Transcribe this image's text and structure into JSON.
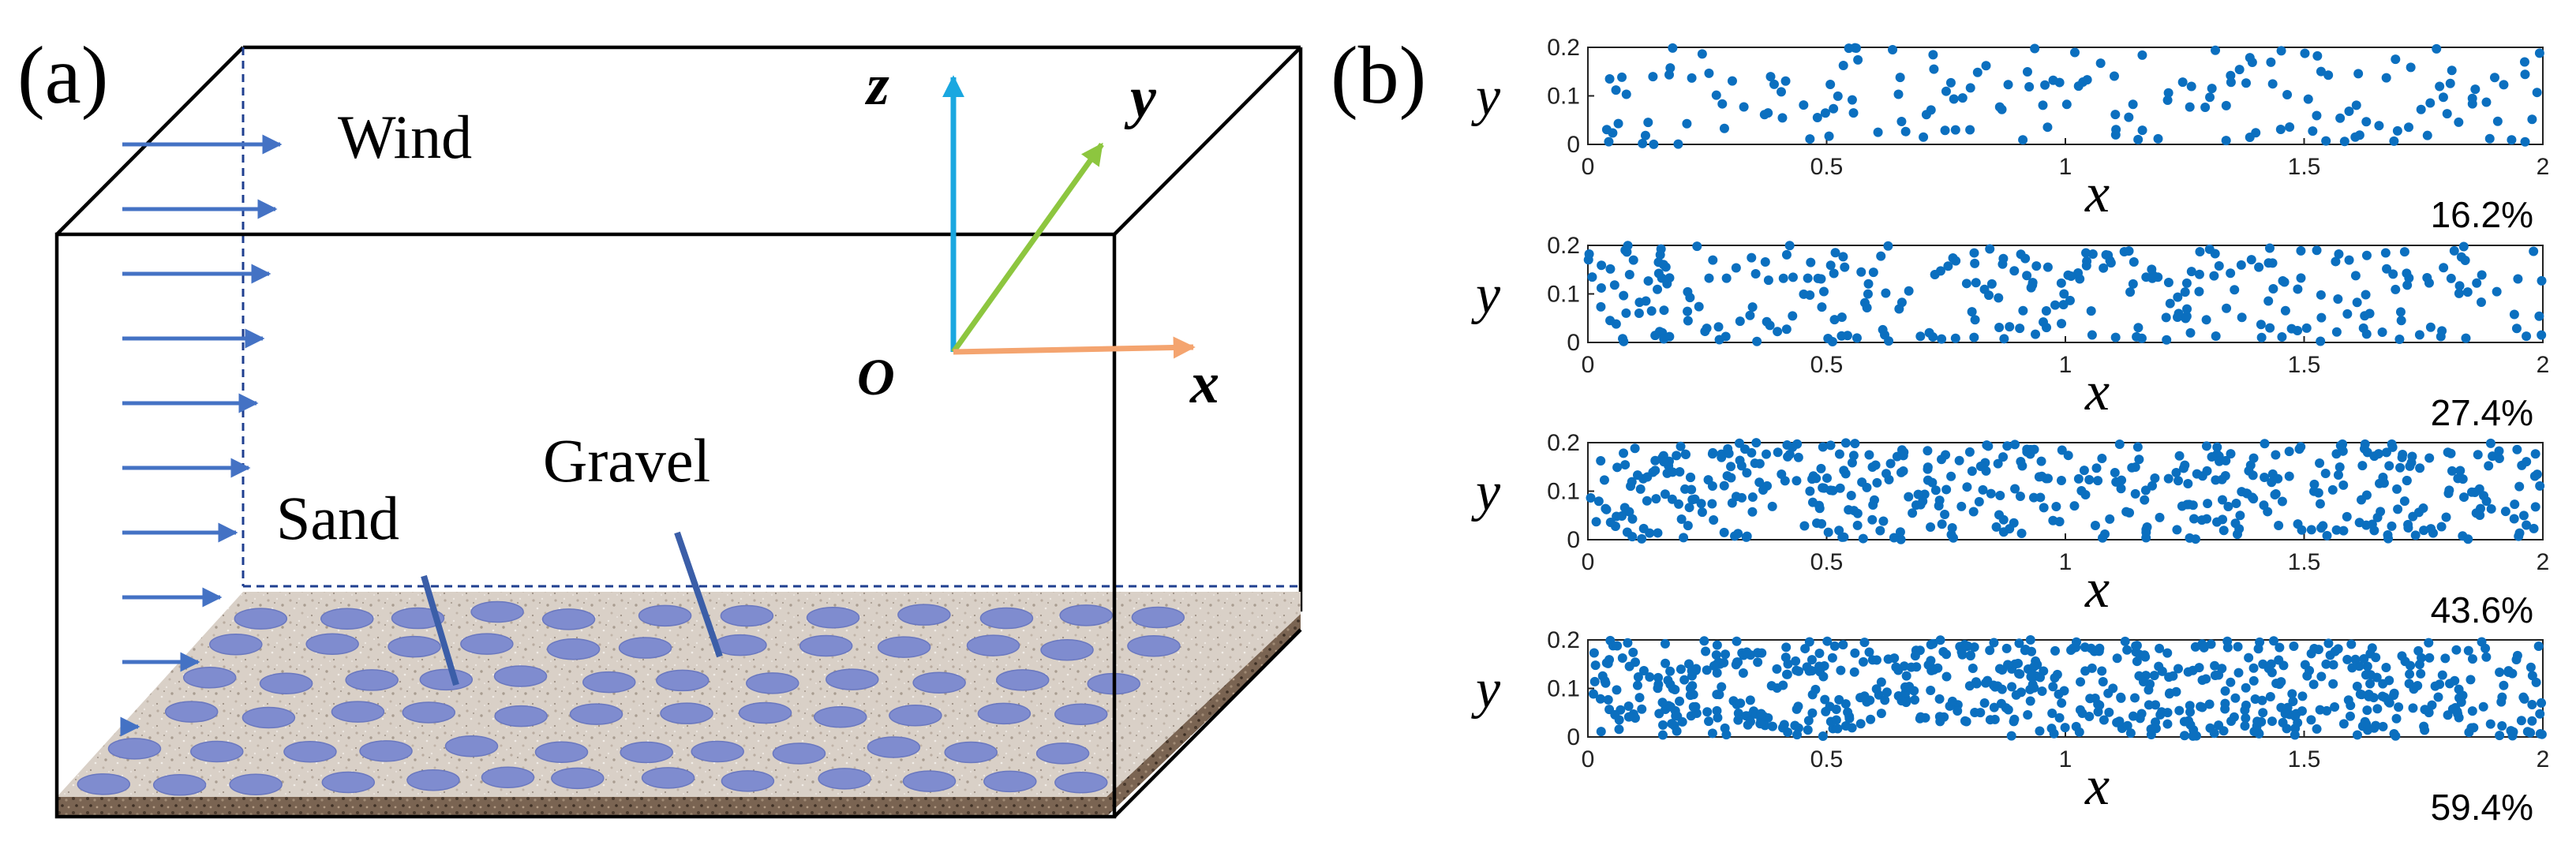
{
  "panel_a": {
    "label": "(a)",
    "labels": {
      "wind": "Wind",
      "sand": "Sand",
      "gravel": "Gravel"
    },
    "axes": {
      "x": "x",
      "y": "y",
      "z": "z",
      "origin": "O"
    },
    "colors": {
      "box_edge": "#000000",
      "dashed": "#1f3f8f",
      "wind_arrow": "#4472c4",
      "z_axis": "#1aa7e0",
      "y_axis": "#8dc63f",
      "x_axis": "#f4a46f",
      "gravel": "#7f8ccf",
      "sand": "#d9d0c7",
      "soil": "#6b5442",
      "pointer": "#3b5ea8"
    },
    "wind_profile_relative_lengths": [
      1.0,
      0.97,
      0.93,
      0.89,
      0.85,
      0.8,
      0.72,
      0.62,
      0.48,
      0.1
    ]
  },
  "panel_b": {
    "label": "(b)",
    "colors": {
      "points": "#0b6fbf"
    },
    "chart_data": [
      {
        "type": "scatter",
        "xlabel": "x",
        "ylabel": "y",
        "xlim": [
          0,
          2
        ],
        "ylim": [
          0,
          0.2
        ],
        "x_ticks": [
          "0",
          "0.5",
          "1",
          "1.5",
          "2"
        ],
        "y_ticks": [
          "0",
          "0.1",
          "0.2"
        ],
        "annotation": "16.2%",
        "point_count_approx": 170,
        "seed": 11
      },
      {
        "type": "scatter",
        "xlabel": "x",
        "ylabel": "y",
        "xlim": [
          0,
          2
        ],
        "ylim": [
          0,
          0.2
        ],
        "x_ticks": [
          "0",
          "0.5",
          "1",
          "1.5",
          "2"
        ],
        "y_ticks": [
          "0",
          "0.1",
          "0.2"
        ],
        "annotation": "27.4%",
        "point_count_approx": 290,
        "seed": 23
      },
      {
        "type": "scatter",
        "xlabel": "x",
        "ylabel": "y",
        "xlim": [
          0,
          2
        ],
        "ylim": [
          0,
          0.2
        ],
        "x_ticks": [
          "0",
          "0.5",
          "1",
          "1.5",
          "2"
        ],
        "y_ticks": [
          "0",
          "0.1",
          "0.2"
        ],
        "annotation": "43.6%",
        "point_count_approx": 460,
        "seed": 37
      },
      {
        "type": "scatter",
        "xlabel": "x",
        "ylabel": "y",
        "xlim": [
          0,
          2
        ],
        "ylim": [
          0,
          0.2
        ],
        "x_ticks": [
          "0",
          "0.5",
          "1",
          "1.5",
          "2"
        ],
        "y_ticks": [
          "0",
          "0.1",
          "0.2"
        ],
        "annotation": "59.4%",
        "point_count_approx": 640,
        "seed": 53
      }
    ]
  }
}
